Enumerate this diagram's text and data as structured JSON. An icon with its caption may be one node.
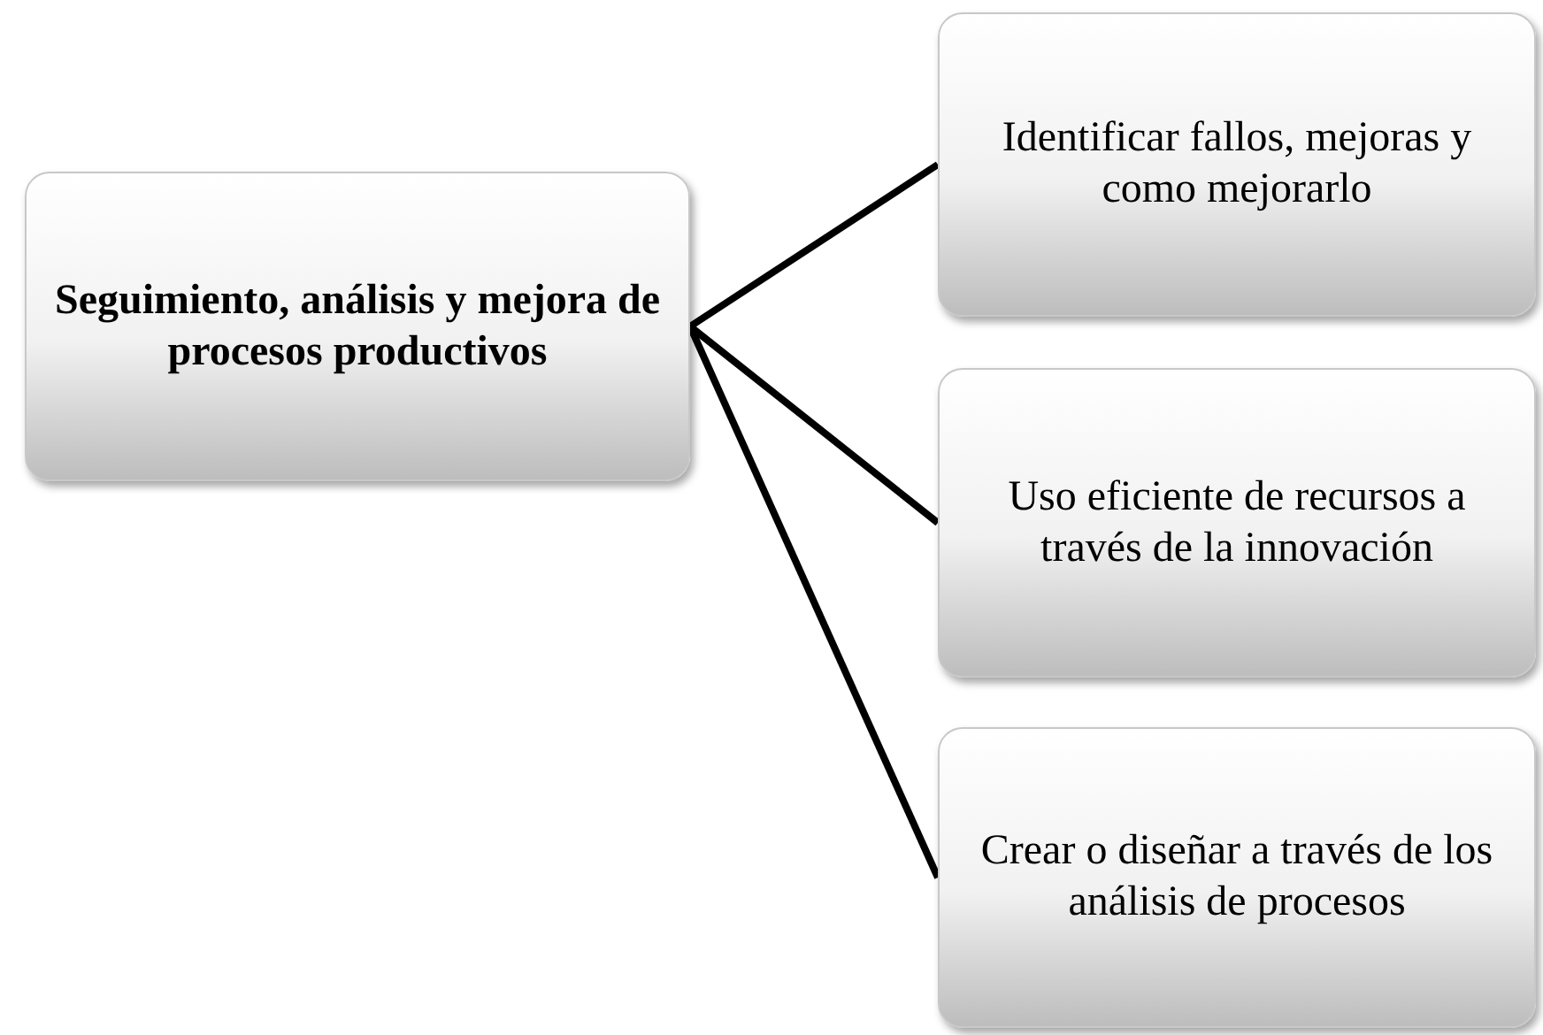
{
  "diagram": {
    "nodes": [
      {
        "text": [
          "Seguimiento, análisis y mejora de procesos productivos"
        ]
      },
      {
        "text": [
          "Identificar fallos, mejoras y como mejorarlo"
        ]
      },
      {
        "text": [
          "Uso eficiente de recursos a través de la innovación"
        ]
      },
      {
        "text": [
          "Crear o diseñar a través de los análisis de procesos"
        ]
      }
    ],
    "edges": [
      {
        "from": 0,
        "to": 1,
        "arrow": "none"
      },
      {
        "from": 0,
        "to": 2,
        "arrow": "none"
      },
      {
        "from": 0,
        "to": 3,
        "arrow": "none"
      }
    ]
  }
}
